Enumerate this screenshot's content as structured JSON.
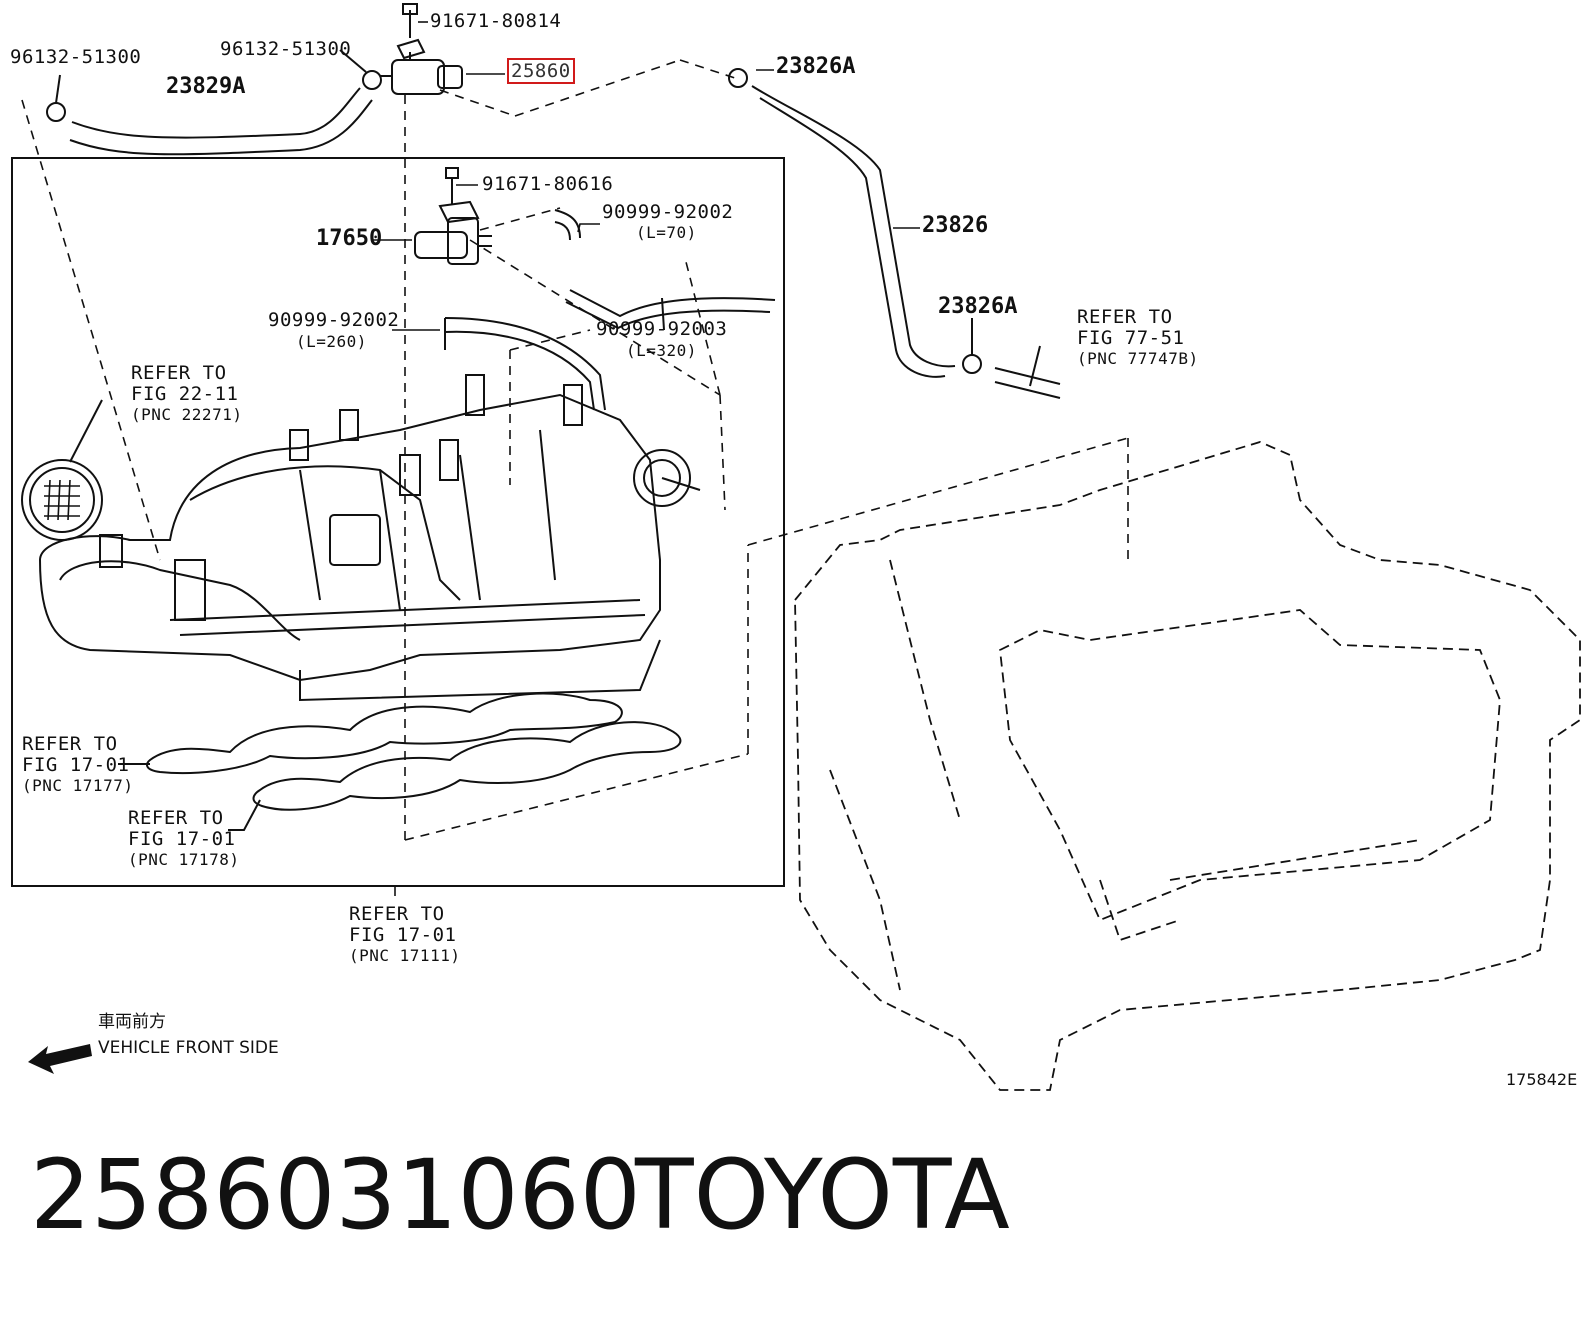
{
  "diagram_code": "175842E",
  "callouts": {
    "bolt_top": "91671-80814",
    "hose_clamp_left": "96132-51300",
    "hose_clamp_mid": "96132-51300",
    "hose_left": "23829A",
    "vsv_highlighted": "25860",
    "clamp_right_top": "23826A",
    "hose_right": "23826",
    "clamp_right_bottom": "23826A",
    "bolt_inner": "91671-80616",
    "vsv_inner": "17650",
    "hose_short_no": "90999-92002",
    "hose_short_len": "(L=70)",
    "hose_mid_no": "90999-92002",
    "hose_mid_len": "(L=260)",
    "hose_long_no": "90999-92003",
    "hose_long_len": "(L=320)"
  },
  "references": {
    "fig_77_51": [
      "REFER TO",
      "FIG 77-51",
      "(PNC 77747B)"
    ],
    "fig_22_11": [
      "REFER TO",
      "FIG 22-11",
      "(PNC 22271)"
    ],
    "fig_17_01_a": [
      "REFER TO",
      "FIG 17-01",
      "(PNC 17177)"
    ],
    "fig_17_01_b": [
      "REFER TO",
      "FIG 17-01",
      "(PNC 17178)"
    ],
    "fig_17_01_c": [
      "REFER TO",
      "FIG 17-01",
      "(PNC 17111)"
    ]
  },
  "orientation": {
    "jp": "車両前方",
    "en": "VEHICLE FRONT SIDE"
  },
  "footer": {
    "part_number": "2586031060",
    "brand": "TOYOTA"
  },
  "colors": {
    "line": "#111111",
    "highlight": "#d11a1a"
  }
}
